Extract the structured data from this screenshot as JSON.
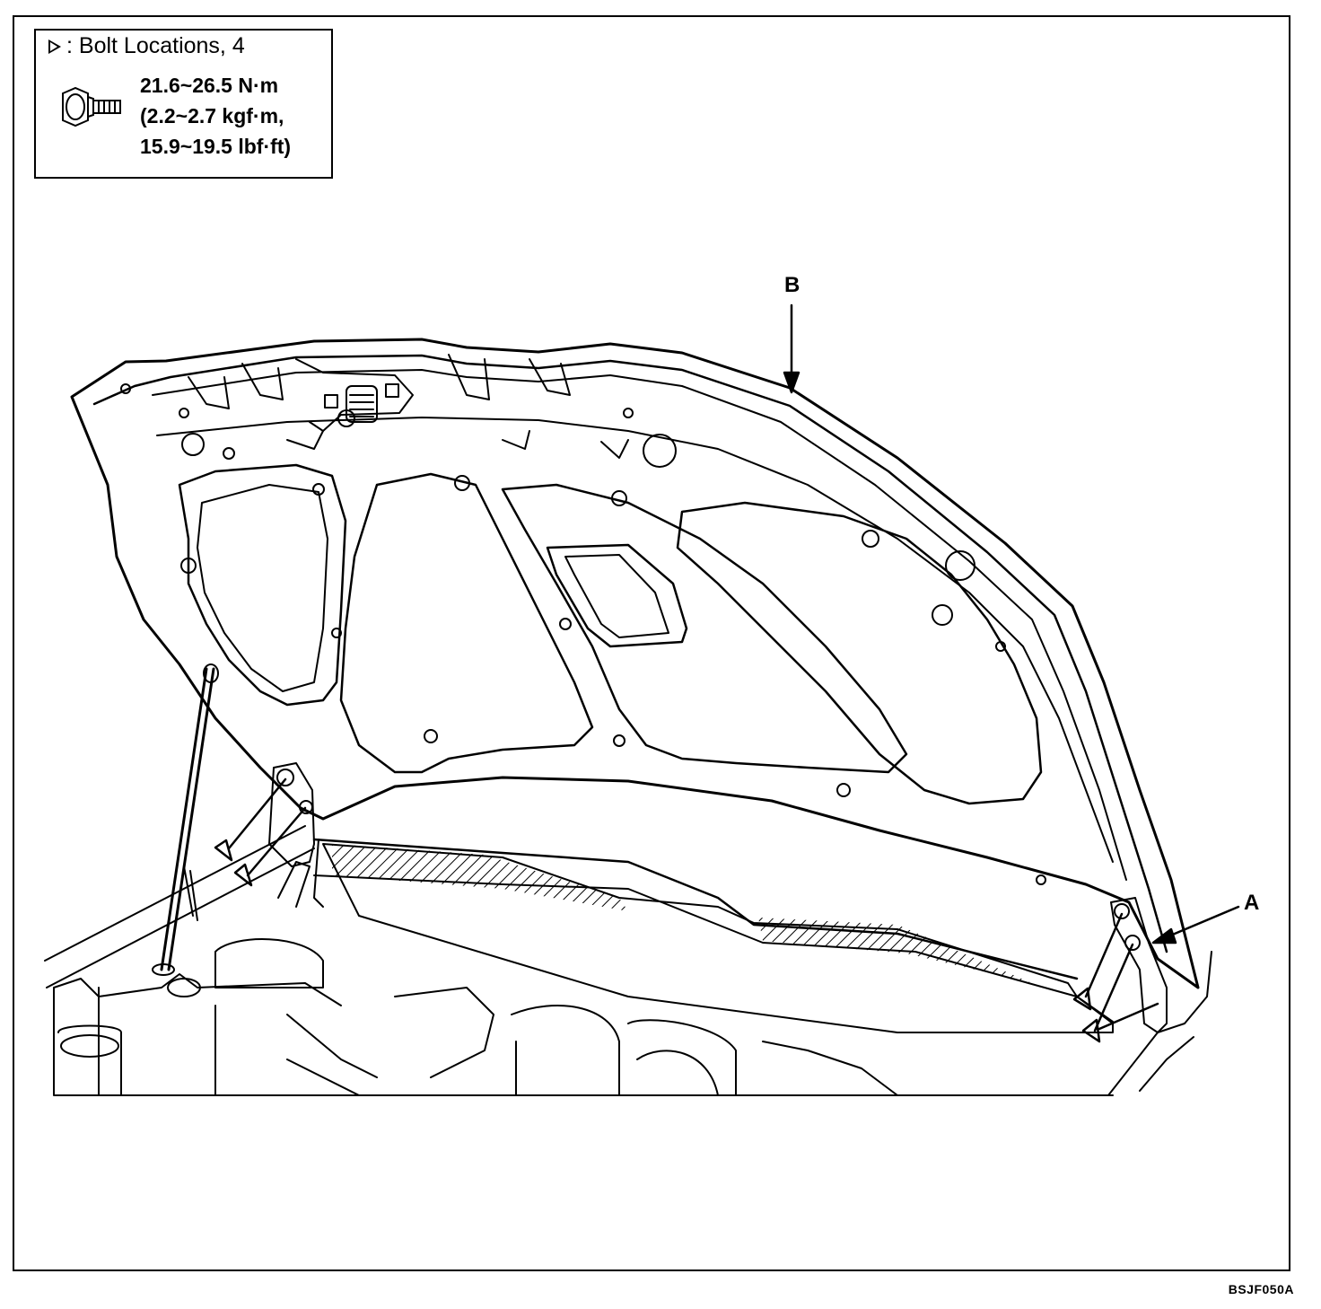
{
  "legend": {
    "bolt_locations": ": Bolt Locations, 4",
    "torque_nm": "21.6~26.5 N·m",
    "torque_kgfm": "(2.2~2.7 kgf·m,",
    "torque_lbfft": "15.9~19.5 lbf·ft)"
  },
  "callouts": {
    "a": "A",
    "b": "B"
  },
  "figure_code": "BSJF050A",
  "colors": {
    "line": "#000000",
    "background": "#ffffff"
  },
  "icons": [
    "bolt-location-triangle-icon",
    "bolt-icon"
  ]
}
